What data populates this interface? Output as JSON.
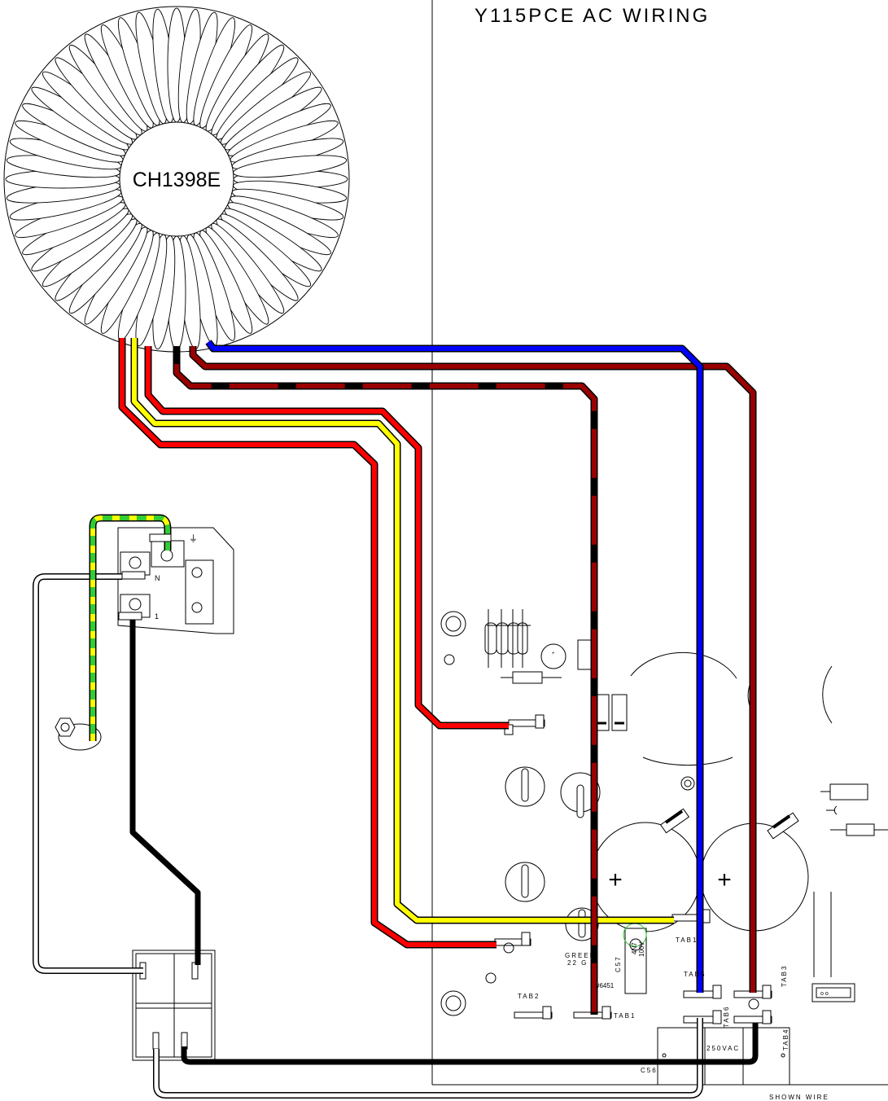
{
  "title": "Y115PCE AC WIRING",
  "transformer": {
    "label": "CH1398E"
  },
  "iec_inlet": {
    "label_n": "N",
    "label_l": "1"
  },
  "board": {
    "tab1_label": "TAB1",
    "tab1b_label": "TAB1",
    "tab2_label": "TAB2",
    "tab3_label": "TAB3",
    "tab4_label": "TAB4",
    "tab5_label": "TAB5",
    "tab6_label": "TAB6",
    "green_label": "GREEN",
    "gauge_label": "22 G",
    "c57_label": "C57",
    "c57_value": "4N7",
    "c57_voltage": "100V",
    "part_label": "#6451",
    "cap_voltage": "250VAC",
    "c56_label": "C56",
    "plus_left": "+",
    "plus_right": "+"
  },
  "footer_note": "SHOWN WIRE",
  "colors": {
    "red": "#ff0000",
    "yellow": "#ffff00",
    "blue": "#0000ff",
    "brown": "#990000",
    "black": "#000000",
    "green": "#33cc33"
  }
}
